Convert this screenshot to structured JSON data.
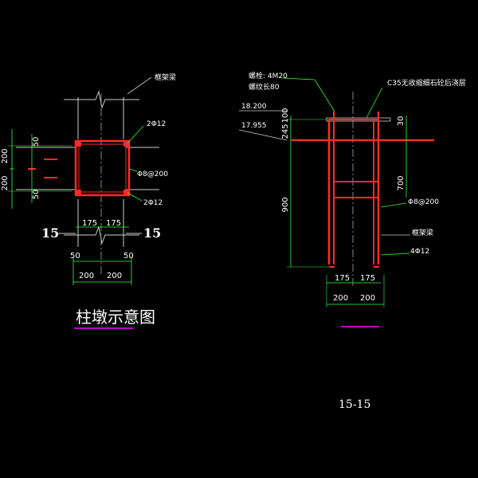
{
  "colors": {
    "background": "#000000",
    "rebar": "#ff2a2a",
    "dimension": "#33ff33",
    "text": "#ffffff",
    "underline": "#ff00ff",
    "centerline": "#bbbbbb"
  },
  "left": {
    "beam_label": "框架梁",
    "top_bar_label": "2Φ12",
    "stirrup_label": "Φ8@200",
    "bottom_bar_label": "2Φ12",
    "dim_left_outer": [
      "200",
      "200"
    ],
    "dim_left_inner": [
      "50",
      "50"
    ],
    "dim_bottom_inner": [
      "175",
      "175"
    ],
    "dim_bottom_cover": [
      "50",
      "50"
    ],
    "dim_bottom_outer": [
      "200",
      "200"
    ],
    "section_mark_left": "15",
    "section_mark_right": "15",
    "title": "柱墩示意图"
  },
  "right": {
    "bolt_label_1": "螺栓: 4M20",
    "bolt_label_2": "螺纹长80",
    "concrete_label": "C35无收缩细石砼后浇层",
    "elev_1": "18.200",
    "elev_2": "17.955",
    "dim_100": "100",
    "dim_245": "245",
    "dim_900": "900",
    "dim_30": "30",
    "dim_700": "700",
    "stirrup_label": "Φ8@200",
    "beam_label": "框架梁",
    "bar_label": "4Φ12",
    "dim_bottom_inner": [
      "175",
      "175"
    ],
    "dim_bottom_outer": [
      "200",
      "200"
    ],
    "title": "15-15"
  }
}
